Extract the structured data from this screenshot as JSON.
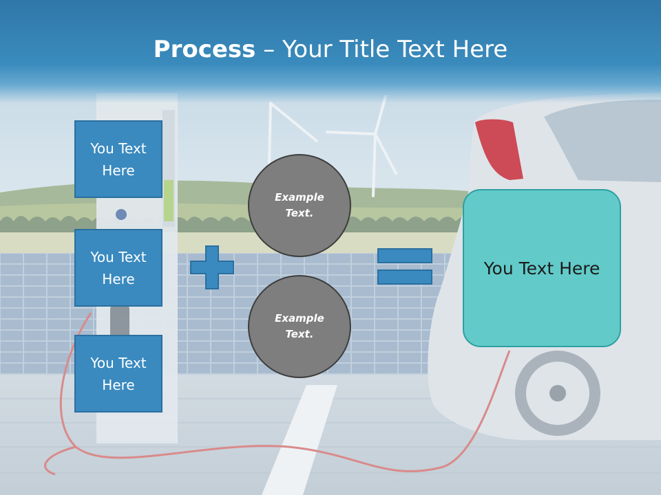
{
  "title": {
    "bold": "Process",
    "dash": " – ",
    "rest": "Your Title Text Here"
  },
  "left_boxes": [
    {
      "label": "You Text Here"
    },
    {
      "label": "You Text Here"
    },
    {
      "label": "You Text Here"
    }
  ],
  "circles": [
    {
      "label": "Example Text."
    },
    {
      "label": "Example Text."
    }
  ],
  "result": {
    "label": "You Text Here"
  },
  "colors": {
    "title_bar": "#3a8bbd",
    "box_blue": "#3a8abf",
    "circle_gray": "#7e7e7e",
    "result_teal": "#62cbc9"
  },
  "icons": {
    "plus": "plus-icon",
    "equal": "equal-icon"
  }
}
